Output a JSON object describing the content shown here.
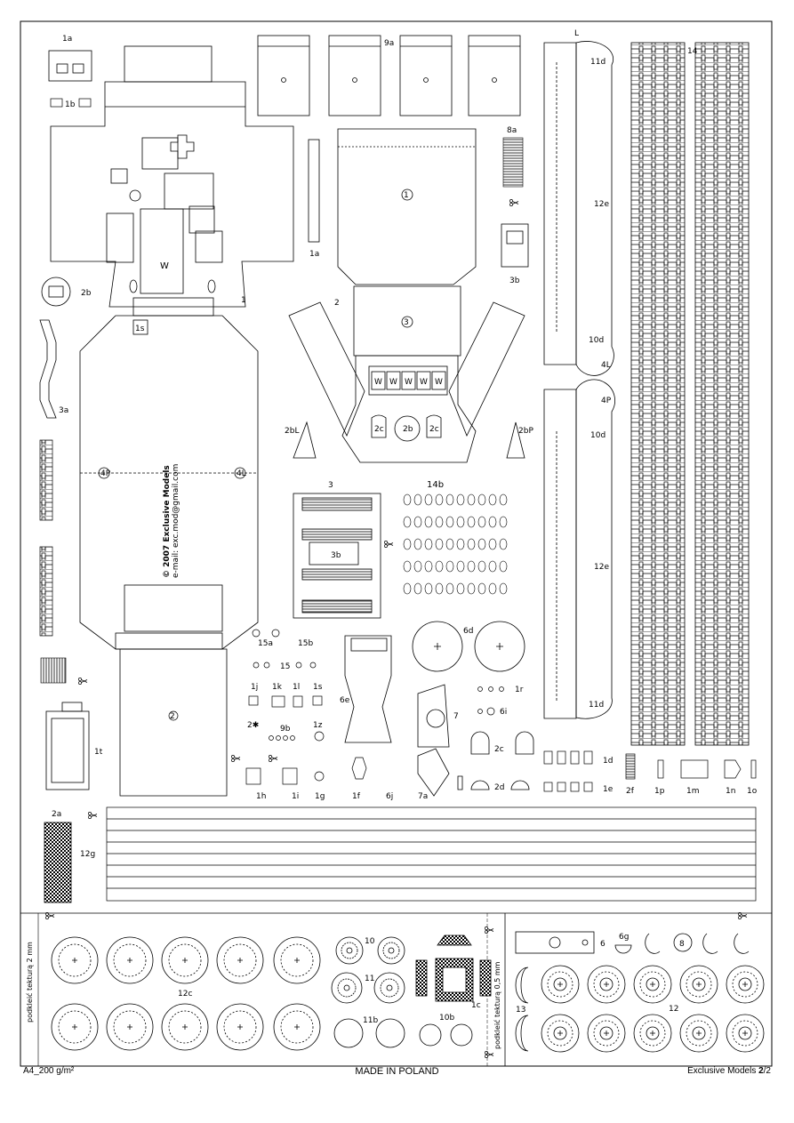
{
  "labels": {
    "1a": "1a",
    "1b": "1b",
    "9a": "9a",
    "L": "L",
    "14": "14",
    "8a": "8a",
    "3b": "3b",
    "1a_strip": "1a",
    "1": "1",
    "2b": "2b",
    "2": "2",
    "3": "3",
    "1s": "1s",
    "3a": "3a",
    "2bL": "2bL",
    "2bP": "2bP",
    "4L": "4L",
    "4P": "4P",
    "14b": "14b",
    "11d": "11d",
    "12e": "12e",
    "10d": "10d",
    "6d": "6d",
    "15a": "15a",
    "15b": "15b",
    "15": "15",
    "1j": "1j",
    "1k": "1k",
    "1l": "1l",
    "1s_small": "1s",
    "6e": "6e",
    "7": "7",
    "1r": "1r",
    "6i": "6i",
    "2x": "2✱",
    "9b": "9b",
    "1z": "1z",
    "1t": "1t",
    "2c": "2c",
    "1d": "1d",
    "1e": "1e",
    "2d": "2d",
    "1h": "1h",
    "1i": "1i",
    "1g": "1g",
    "1f": "1f",
    "6j": "6j",
    "7a": "7a",
    "2f": "2f",
    "1p": "1p",
    "1m": "1m",
    "1n": "1n",
    "1o": "1o",
    "2a": "2a",
    "12g": "12g",
    "10": "10",
    "11": "11",
    "12c": "12c",
    "11b": "11b",
    "10b": "10b",
    "1c": "1c",
    "6": "6",
    "6g": "6g",
    "8": "8",
    "13": "13",
    "12": "12",
    "W": "W",
    "1_circle": "1",
    "2_circle": "2",
    "3_circle": "3",
    "2c_a": "2c",
    "2b_b": "2b",
    "2c_b": "2c"
  },
  "copyright_line1": "© 2007 Exclusive Models",
  "copyright_line2": "e-mail: exc.mod@gmail.com",
  "backing_2mm": "podkleić tekturą 2 mm",
  "backing_05mm": "podkleić tekturą 0,5 mm",
  "footer": {
    "left": "A4_200 g/m²",
    "center": "MADE IN POLAND",
    "right_prefix": "Exclusive Models ",
    "right_page": "2",
    "right_total": "/2"
  },
  "icons": [
    "scissors-icon"
  ]
}
